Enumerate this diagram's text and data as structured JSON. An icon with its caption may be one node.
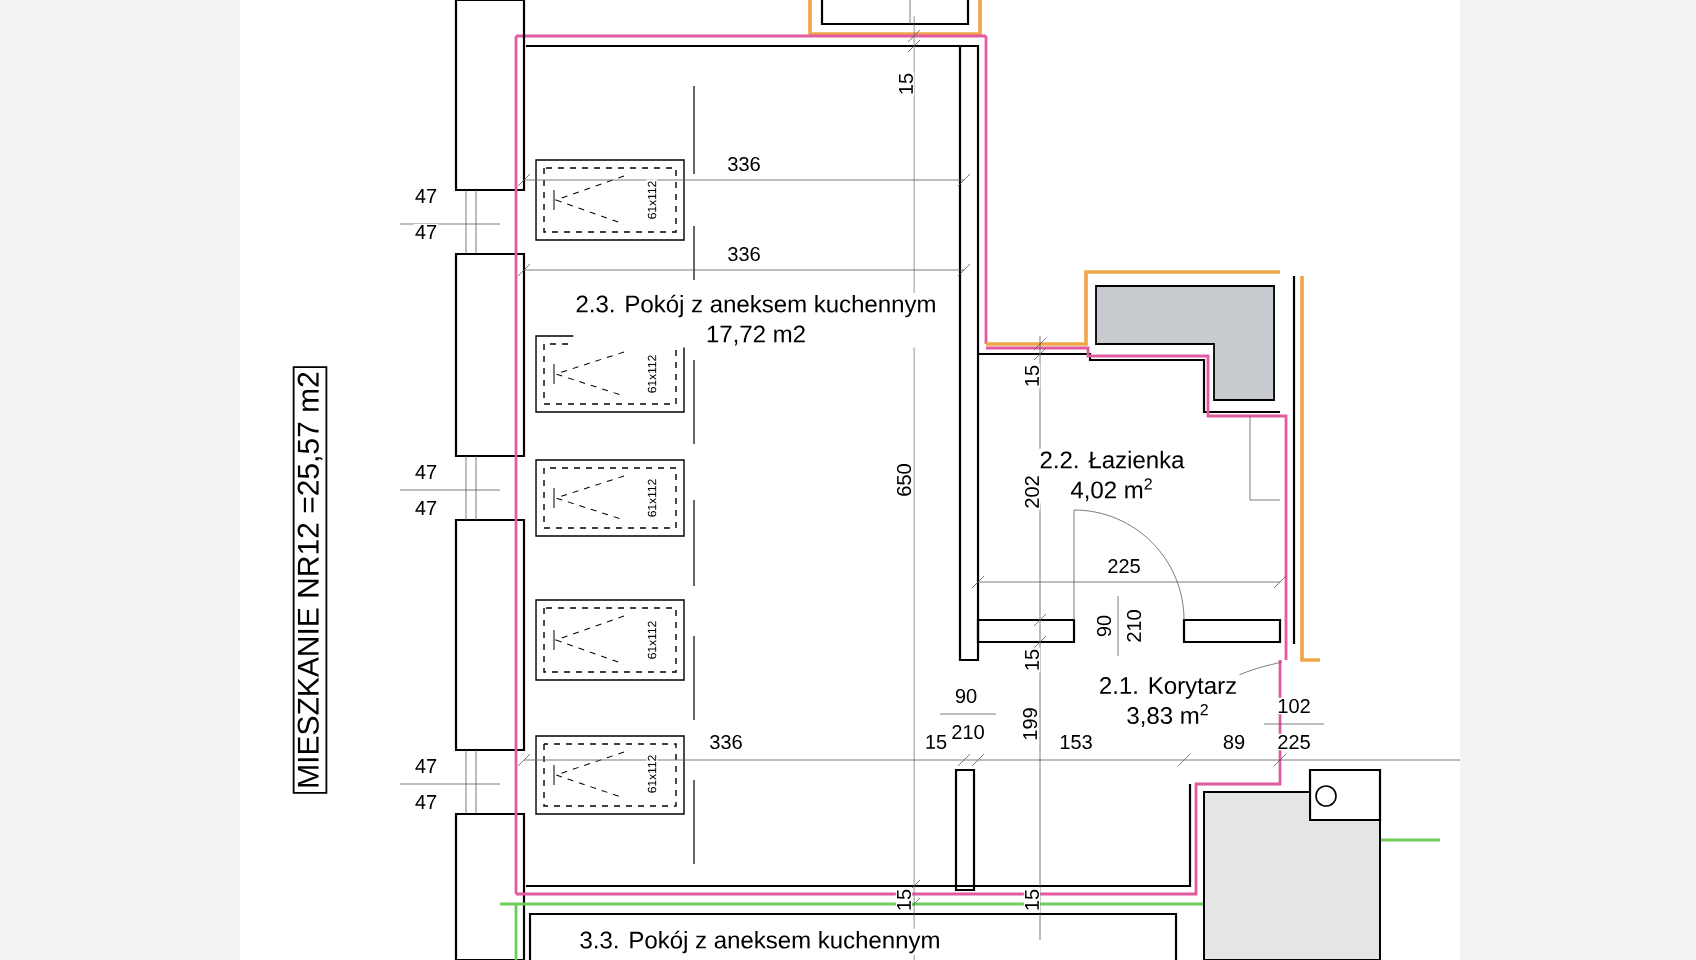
{
  "diagram": {
    "nodes": [
      {
        "text": [
          "MIESZKANIE NR12 =25,57 m2"
        ]
      },
      {
        "text": [
          "2.3. Pokój z aneksem kuchennym",
          "17,72 m2"
        ]
      },
      {
        "text": [
          "2.2. Łazienka",
          "4,02 m$^{2}$"
        ]
      },
      {
        "text": [
          "2.1. Korytarz",
          "3,83 m$^{2}$"
        ]
      },
      {
        "text": [
          "3.3. Pokój z aneksem kuchennym"
        ]
      }
    ],
    "edges": [
      {
        "from": null,
        "to": 3,
        "arrow": "none"
      }
    ],
    "labels": [
      "15",
      "336",
      "47",
      "47",
      "61x112",
      "336",
      "61x112",
      "15",
      "650",
      "47",
      "47",
      "61x112",
      "202",
      "225",
      "90",
      "210",
      "61x112",
      "15",
      "90",
      "210",
      "102",
      "225",
      "336",
      "15",
      "199",
      "153",
      "89",
      "47",
      "47",
      "61x112",
      "15",
      "15"
    ]
  }
}
